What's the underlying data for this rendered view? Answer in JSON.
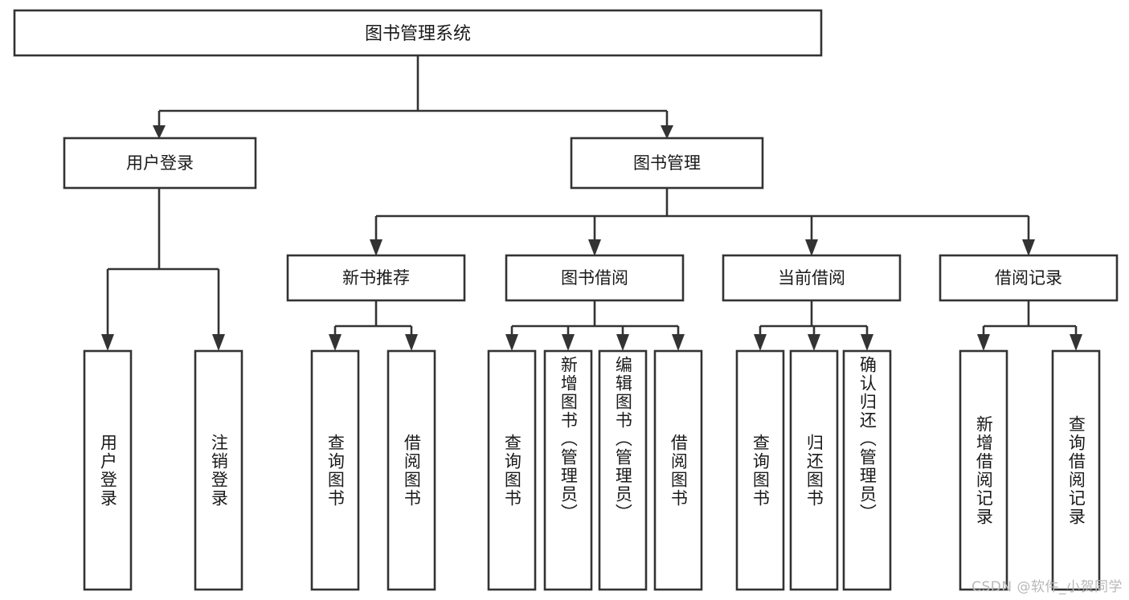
{
  "diagram": {
    "type": "tree-hierarchy",
    "title": "图书管理系统",
    "watermark": "CSDN @软件_小贺同学",
    "root": {
      "id": "root",
      "label": "图书管理系统"
    },
    "level1": [
      {
        "id": "user-login",
        "label": "用户登录"
      },
      {
        "id": "book-manage",
        "label": "图书管理"
      }
    ],
    "level2": [
      {
        "id": "new-book-rec",
        "label": "新书推荐",
        "parent": "book-manage"
      },
      {
        "id": "book-borrow",
        "label": "图书借阅",
        "parent": "book-manage"
      },
      {
        "id": "current-borrow",
        "label": "当前借阅",
        "parent": "book-manage"
      },
      {
        "id": "borrow-record",
        "label": "借阅记录",
        "parent": "book-manage"
      }
    ],
    "leaves": [
      {
        "id": "leaf-user-login",
        "label": "用户登录",
        "parent": "user-login"
      },
      {
        "id": "leaf-logout",
        "label": "注销登录",
        "parent": "user-login"
      },
      {
        "id": "leaf-query-book-1",
        "label": "查询图书",
        "parent": "new-book-rec"
      },
      {
        "id": "leaf-borrow-book-1",
        "label": "借阅图书",
        "parent": "new-book-rec"
      },
      {
        "id": "leaf-query-book-2",
        "label": "查询图书",
        "parent": "book-borrow"
      },
      {
        "id": "leaf-add-book",
        "label": "新增图书（管理员）",
        "parent": "book-borrow"
      },
      {
        "id": "leaf-edit-book",
        "label": "编辑图书（管理员）",
        "parent": "book-borrow"
      },
      {
        "id": "leaf-borrow-book-2",
        "label": "借阅图书",
        "parent": "book-borrow"
      },
      {
        "id": "leaf-query-book-3",
        "label": "查询图书",
        "parent": "current-borrow"
      },
      {
        "id": "leaf-return-book",
        "label": "归还图书",
        "parent": "current-borrow"
      },
      {
        "id": "leaf-confirm-return",
        "label": "确认归还（管理员）",
        "parent": "current-borrow"
      },
      {
        "id": "leaf-add-record",
        "label": "新增借阅记录",
        "parent": "borrow-record"
      },
      {
        "id": "leaf-query-record",
        "label": "查询借阅记录",
        "parent": "borrow-record"
      }
    ],
    "colors": {
      "stroke": "#333333",
      "fill": "#ffffff",
      "text": "#1a1a1a",
      "watermark": "#b8b8b8"
    }
  }
}
